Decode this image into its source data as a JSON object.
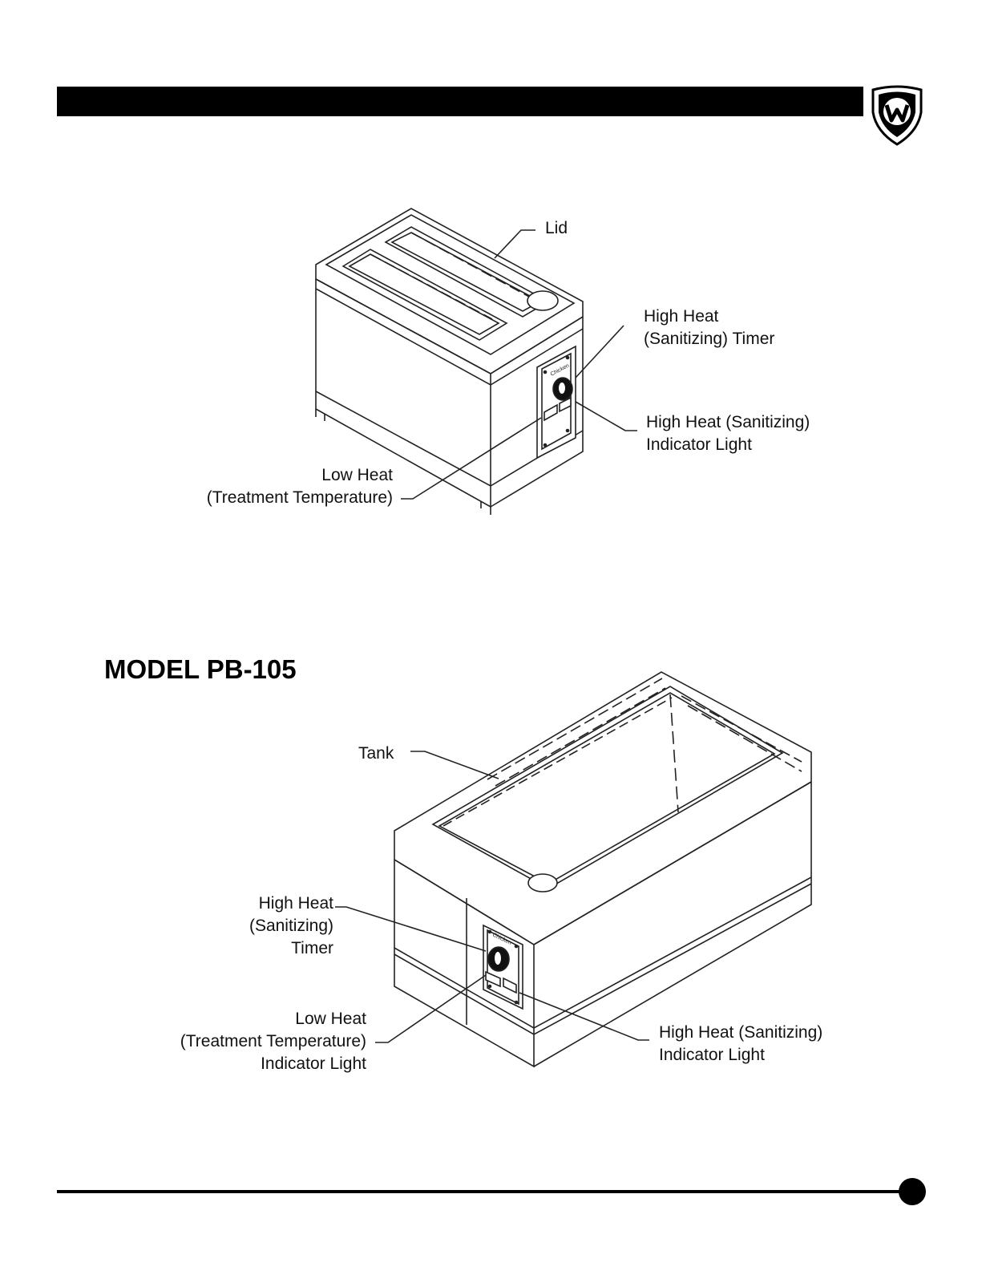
{
  "colors": {
    "ink": "#000000",
    "paper": "#ffffff"
  },
  "header": {
    "logo_icon": "shield-w-logo-icon"
  },
  "figure_top": {
    "labels": {
      "lid": "Lid",
      "timer": [
        "High Heat",
        "(Sanitizing) Timer"
      ],
      "indicator": [
        "High Heat (Sanitizing)",
        "Indicator Light"
      ],
      "low_heat": [
        "Low Heat",
        "(Treatment Temperature)"
      ]
    }
  },
  "figure_bottom": {
    "model_title": "MODEL PB-105",
    "labels": {
      "tank": "Tank",
      "timer": [
        "High Heat",
        "(Sanitizing)",
        "Timer"
      ],
      "low_heat": [
        "Low Heat",
        "(Treatment Temperature)",
        "Indicator Light"
      ],
      "indicator": [
        "High Heat (Sanitizing)",
        "Indicator Light"
      ]
    }
  },
  "footer": {
    "page_marker_icon": "page-number-dot-icon"
  }
}
